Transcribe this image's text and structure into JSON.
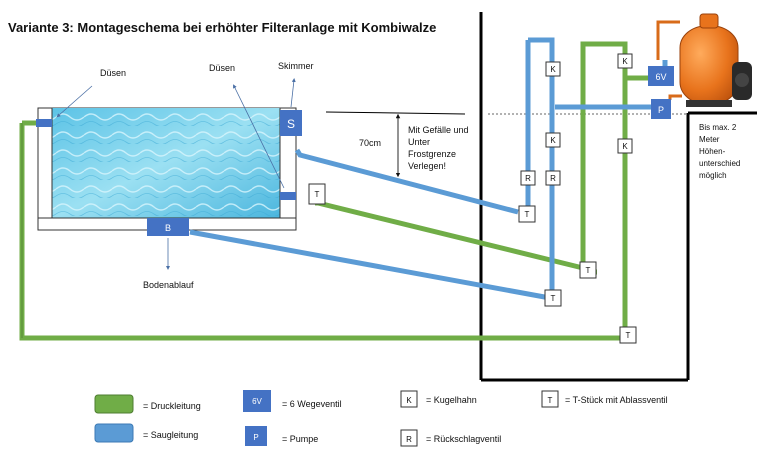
{
  "title": "Variante 3: Montageschema bei erhöhter Filteranlage mit Kombiwalze",
  "labels": {
    "duesen_left": "Düsen",
    "duesen_right": "Düsen",
    "skimmer": "Skimmer",
    "bodenablauf": "Bodenablauf",
    "depth": "70cm",
    "slope_line1": "Mit Gefälle und",
    "slope_line2": "Unter",
    "slope_line3": "Frostgrenze",
    "slope_line4": "Verlegen!",
    "height_line1": "Bis max. 2",
    "height_line2": "Meter",
    "height_line3": "Höhen-",
    "height_line4": "unterschied",
    "height_line5": "möglich"
  },
  "symbols": {
    "skimmer": "S",
    "bottom_drain": "B",
    "valve": "6V",
    "pump": "P",
    "ball_valve": "K",
    "tee": "T",
    "check_valve": "R"
  },
  "legend": {
    "druck": "= Druckleitung",
    "saug": "= Saugleitung",
    "valve_box": "6V",
    "valve_text": "= 6 Wegeventil",
    "pump_box": "P",
    "pump_text": "= Pumpe",
    "k_box": "K",
    "k_text": "= Kugelhahn",
    "r_box": "R",
    "r_text": "= Rückschlagventil",
    "t_box": "T",
    "t_text": "= T-Stück mit Ablassventil"
  },
  "colors": {
    "pressure_line": "#70ad47",
    "suction_line": "#5b9bd5",
    "component_box": "#4472c4",
    "filter_tank": "#e8731c",
    "water": "#7fd3ea"
  }
}
